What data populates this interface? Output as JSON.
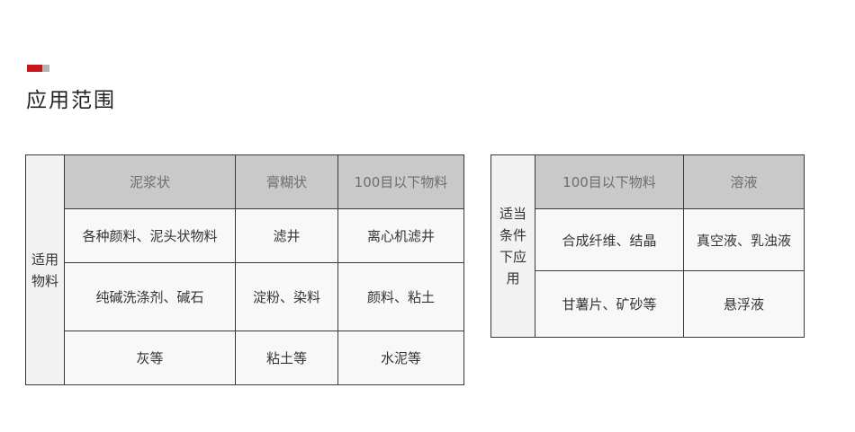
{
  "section": {
    "title": "应用范围",
    "accent_red": "#c8161d",
    "accent_gray": "#b3b3b3"
  },
  "left_table": {
    "side_label": "适用物料",
    "headers": [
      "泥浆状",
      "膏糊状",
      "100目以下物料"
    ],
    "rows": [
      [
        "各种颜料、泥头状物料",
        "滤井",
        "离心机滤井"
      ],
      [
        "纯碱洗涤剂、碱石",
        "淀粉、染料",
        "颜料、粘土"
      ],
      [
        "灰等",
        "粘土等",
        "水泥等"
      ]
    ]
  },
  "right_table": {
    "side_label": "适当条件下应用",
    "headers": [
      "100目以下物料",
      "溶液"
    ],
    "rows": [
      [
        "合成纤维、结晶",
        "真空液、乳浊液"
      ],
      [
        "甘薯片、矿砂等",
        "悬浮液"
      ]
    ]
  },
  "colors": {
    "header_bg": "#c9c9c9",
    "cell_bg": "#f8f8f8",
    "border": "#3a3a3a"
  }
}
